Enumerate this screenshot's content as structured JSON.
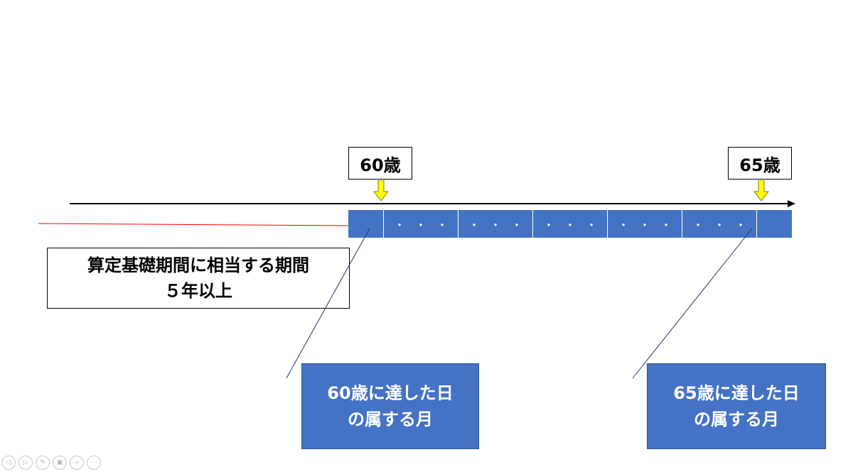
{
  "labels": {
    "age60": "60歳",
    "age65": "65歳",
    "period_line1": "算定基礎期間に相当する期間",
    "period_line2": "５年以上",
    "callout60_line1": "60歳に達した日",
    "callout60_line2": "の属する月",
    "callout65_line1": "65歳に達した日",
    "callout65_line2": "の属する月"
  },
  "timeline": {
    "segments": [
      "",
      "・・・",
      "・・・",
      "・・・",
      "・・・",
      "・・・",
      ""
    ]
  },
  "controls": [
    "previous-icon",
    "next-icon",
    "pen-icon",
    "slides-icon",
    "zoom-icon",
    "more-icon"
  ],
  "colors": {
    "bar": "#4472c4",
    "marker_arrow": "#ffff00",
    "red_line": "#ff0000",
    "leader_line": "#1f3864"
  }
}
